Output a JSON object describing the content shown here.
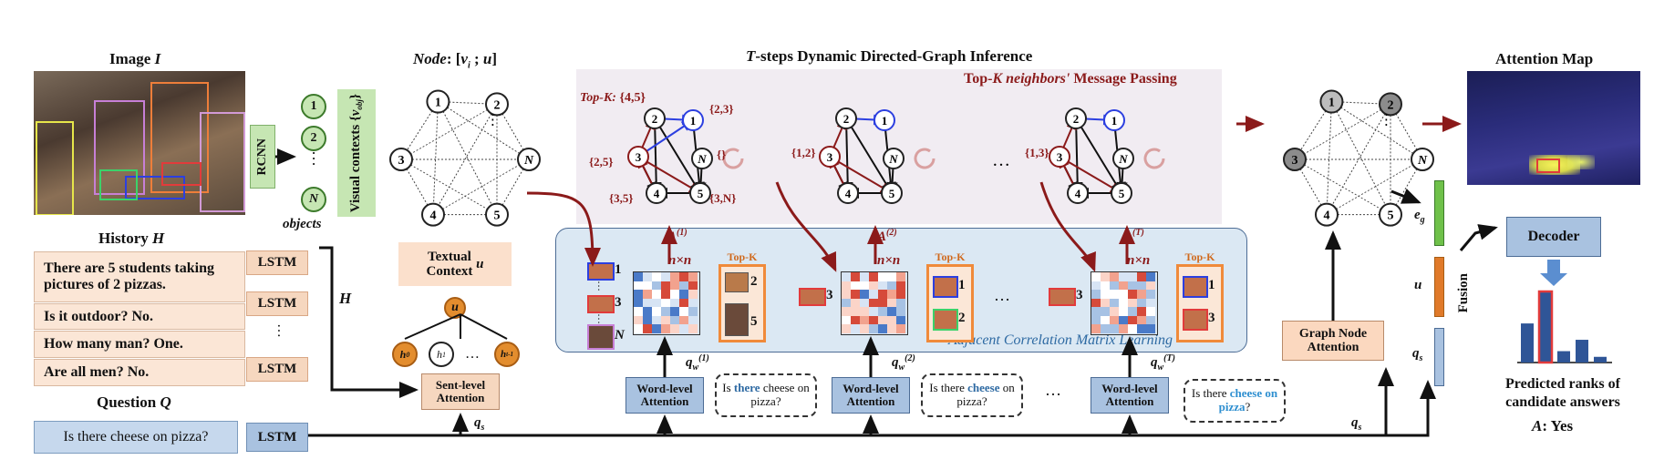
{
  "titles": {
    "image": "Image I",
    "node": "Node: [vi ; u]",
    "steps": "T-steps  Dynamic Directed-Graph Inference",
    "attention_map": "Attention Map",
    "history": "History H",
    "question": "Question Q",
    "message_passing": "Top-K neighbors' Message Passing",
    "adjacent": "Adjacent Correlation Matrix Learning"
  },
  "rcnn": "RCNN",
  "visual_contexts": "Visual contexts {v_obj}",
  "objects_label": "objects",
  "history_items": [
    "There are 5 students taking pictures of 2 pizzas.",
    "Is it outdoor?  No.",
    "How many man?  One.",
    "Are all men?  No."
  ],
  "lstm": "LSTM",
  "question_text": "Is there cheese on pizza?",
  "H_label": "H",
  "textual_context": "Textual Context u",
  "u_node": "u",
  "h_nodes": [
    "h0",
    "h1",
    "…",
    "ht-1"
  ],
  "sent_attention": "Sent-level Attention",
  "word_attention": "Word-level Attention",
  "qs": "qs",
  "qw": [
    "qw(1)",
    "qw(2)",
    "qw(T)"
  ],
  "queries": [
    {
      "pre": "Is ",
      "hl": "there",
      "post": " cheese on pizza?"
    },
    {
      "pre": "Is there ",
      "hl": "cheese",
      "post": " on pizza?"
    },
    {
      "pre": "Is there ",
      "hl": "cheese on pizza",
      "post": "?"
    }
  ],
  "topk_tag": "Top-K: {4,5}",
  "edge_sets": [
    "{2,3}",
    "{}",
    "{2,5}",
    "{3,5}",
    "{3,N}",
    "{1,2}",
    "{1,3}"
  ],
  "A_labels": [
    "A(1)",
    "A(2)",
    "A(T)"
  ],
  "nxn": "n×n",
  "topk_box": "Top-K",
  "topk_nums": [
    [
      "2",
      "5"
    ],
    [
      "1",
      "2"
    ],
    [
      "1",
      "3"
    ]
  ],
  "graph_node_attention": "Graph Node Attention",
  "eg": "eg",
  "u_vec": "u",
  "qs_vec": "qs",
  "fusion": "Fusion",
  "decoder": "Decoder",
  "predicted": "Predicted ranks of candidate answers",
  "answer": "A: Yes",
  "object_labels": [
    "1",
    "2",
    "…",
    "N"
  ],
  "graph_labels": [
    "1",
    "2",
    "3",
    "4",
    "5",
    "N"
  ],
  "colors": {
    "green": "#c6e6b3",
    "peach": "#f6d7bf",
    "blue": "#a9c2e0",
    "panel": "#f3eef4",
    "adjpanel": "#dbe8f3",
    "darkred": "#8b1a1a",
    "bar": "#2f5597"
  },
  "chart_values": [
    0.55,
    1.0,
    0.16,
    0.32,
    0.08
  ]
}
